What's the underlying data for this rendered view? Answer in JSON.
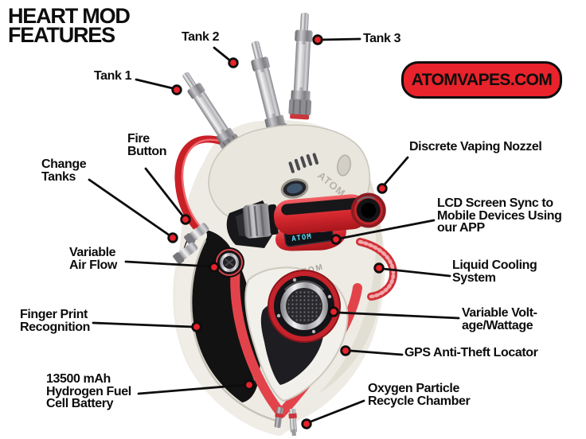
{
  "title": {
    "text": "HEART MOD\nFEATURES"
  },
  "brand": {
    "label": "ATOMVAPES.COM",
    "bg_color": "#e8232b",
    "border_color": "#0d0d0d"
  },
  "colors": {
    "accent_red": "#e8232b",
    "device_red": "#d8262e",
    "body_cream": "#edebe3",
    "black": "#141416",
    "chrome": "#b9b9bd",
    "lcd_cyan": "#62d4ee",
    "leader_line": "#0d0d0d"
  },
  "labels": {
    "tank1": {
      "text": "Tank 1"
    },
    "tank2": {
      "text": "Tank 2"
    },
    "tank3": {
      "text": "Tank 3"
    },
    "fire": {
      "text": "Fire\nButton"
    },
    "change": {
      "text": "Change\nTanks"
    },
    "airflow": {
      "text": "Variable\nAir Flow"
    },
    "finger": {
      "text": "Finger Print\nRecognition"
    },
    "battery": {
      "text": "13500 mAh\nHydrogen Fuel\nCell Battery"
    },
    "nozzle": {
      "text": "Discrete Vaping Nozzel"
    },
    "lcd": {
      "text": "LCD Screen Sync to\nMobile Devices Using\nour APP"
    },
    "cooling": {
      "text": "Liquid Cooling\nSystem"
    },
    "voltage": {
      "text": "Variable Volt-\nage/Wattage"
    },
    "gps": {
      "text": "GPS Anti-Theft Locator"
    },
    "oxygen": {
      "text": "Oxygen Particle\nRecycle Chamber"
    }
  },
  "device": {
    "dome_text": "ATOM",
    "band_text": "ATOM",
    "lcd_text": "ATOM"
  }
}
